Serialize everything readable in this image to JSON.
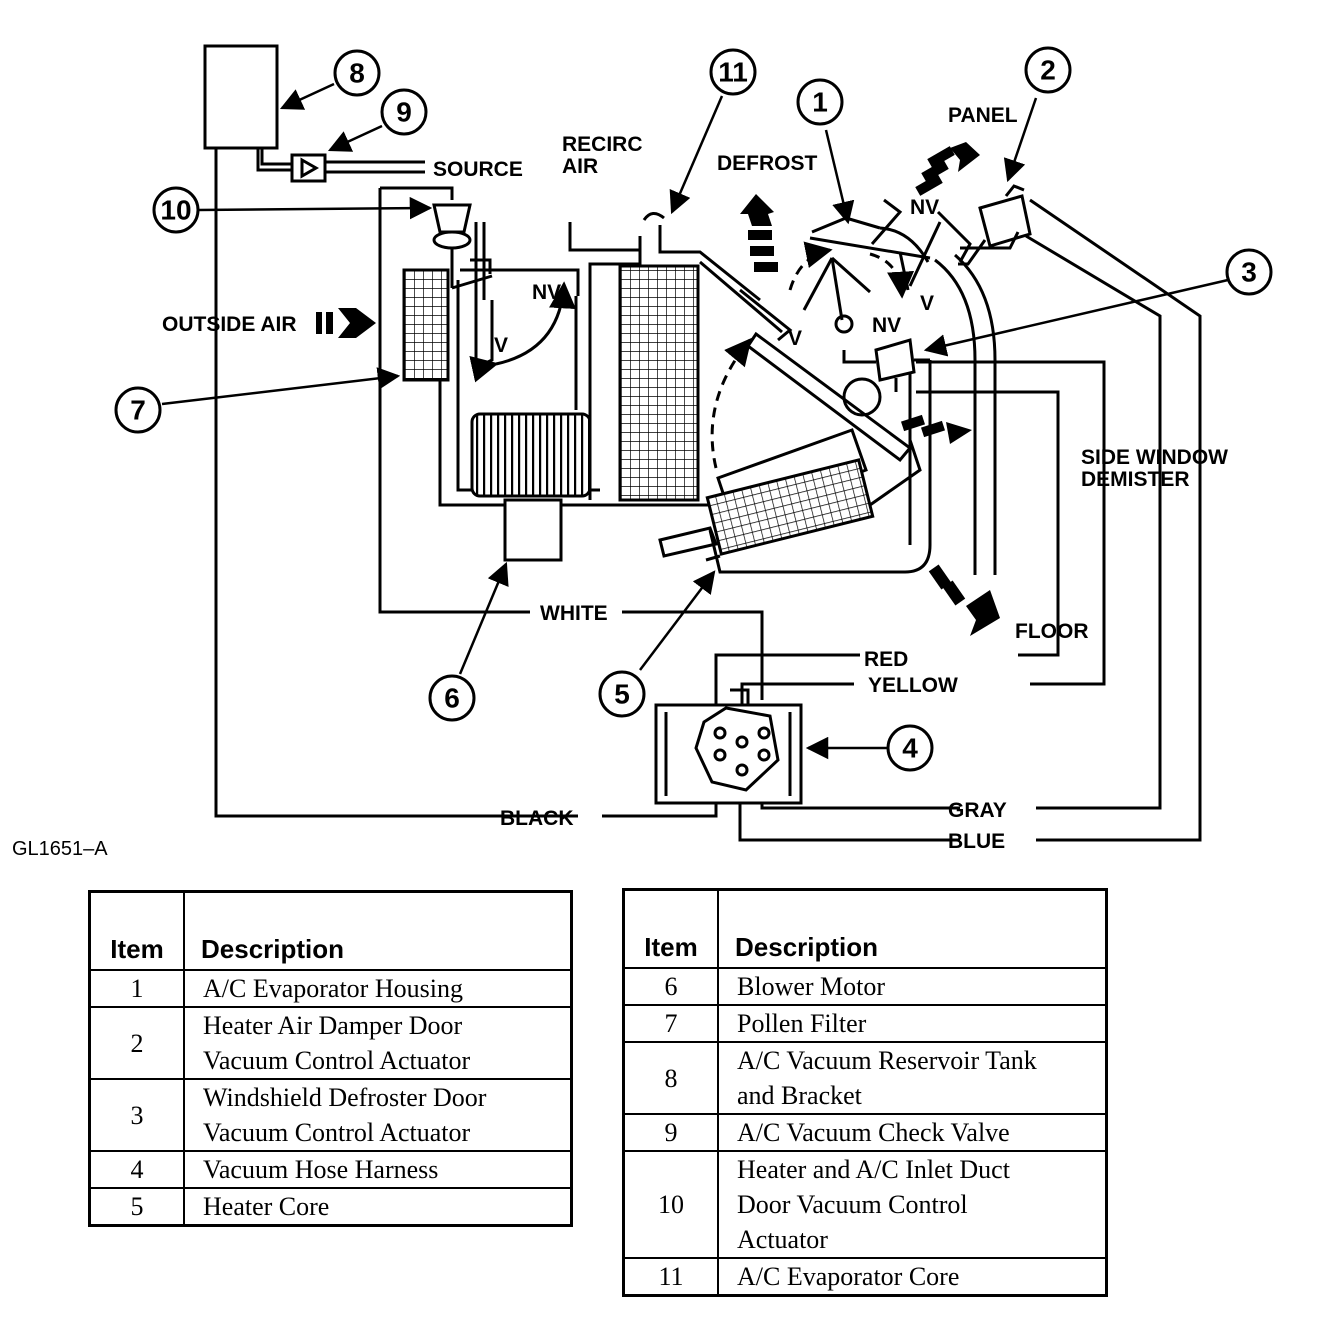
{
  "figure": {
    "code": "GL1651–A",
    "labels": {
      "source": "SOURCE",
      "recirc_line1": "RECIRC",
      "recirc_line2": "AIR",
      "defrost": "DEFROST",
      "panel": "PANEL",
      "outside_air": "OUTSIDE AIR",
      "side_window_line1": "SIDE WINDOW",
      "side_window_line2": "DEMISTER",
      "floor": "FLOOR",
      "nv_inlet": "NV",
      "v_inlet": "V",
      "nv_top": "NV",
      "v_left": "V",
      "v_right": "V",
      "nv_mid": "NV"
    },
    "hoses": {
      "white": "WHITE",
      "red": "RED",
      "yellow": "YELLOW",
      "black": "BLACK",
      "gray": "GRAY",
      "blue": "BLUE"
    },
    "callouts": [
      "1",
      "2",
      "3",
      "4",
      "5",
      "6",
      "7",
      "8",
      "9",
      "10",
      "11"
    ]
  },
  "legend": {
    "headers": {
      "item": "Item",
      "description": "Description"
    },
    "left": [
      {
        "item": "1",
        "lines": [
          "A/C Evaporator Housing"
        ]
      },
      {
        "item": "2",
        "lines": [
          "Heater Air Damper Door",
          "Vacuum Control Actuator"
        ]
      },
      {
        "item": "3",
        "lines": [
          "Windshield Defroster Door",
          "Vacuum Control Actuator"
        ]
      },
      {
        "item": "4",
        "lines": [
          "Vacuum Hose Harness"
        ]
      },
      {
        "item": "5",
        "lines": [
          "Heater Core"
        ]
      }
    ],
    "right": [
      {
        "item": "6",
        "lines": [
          "Blower Motor"
        ]
      },
      {
        "item": "7",
        "lines": [
          "Pollen Filter"
        ]
      },
      {
        "item": "8",
        "lines": [
          "A/C Vacuum Reservoir Tank",
          "and Bracket"
        ]
      },
      {
        "item": "9",
        "lines": [
          "A/C Vacuum Check Valve"
        ]
      },
      {
        "item": "10",
        "lines": [
          "Heater and A/C Inlet Duct",
          "Door Vacuum Control",
          "Actuator"
        ]
      },
      {
        "item": "11",
        "lines": [
          "A/C Evaporator Core"
        ]
      }
    ]
  }
}
